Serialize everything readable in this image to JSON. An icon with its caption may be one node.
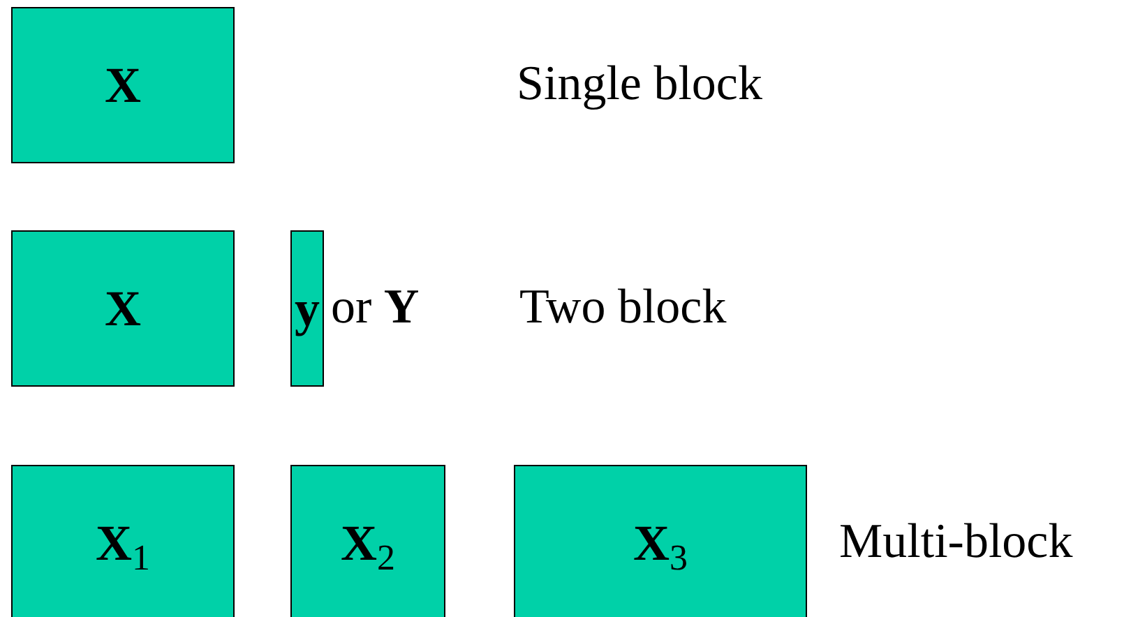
{
  "diagram": {
    "nodes": [
      {
        "text": [
          "X"
        ]
      },
      {
        "text": [
          "X"
        ]
      },
      {
        "text": [
          "y"
        ]
      },
      {
        "text": [
          "X$_{1}$"
        ]
      },
      {
        "text": [
          "X$_{2}$"
        ]
      },
      {
        "text": [
          "X$_{3}$"
        ]
      }
    ],
    "labels": [
      "Single block",
      "or **Y**",
      "Two block",
      "Multi-block"
    ]
  }
}
